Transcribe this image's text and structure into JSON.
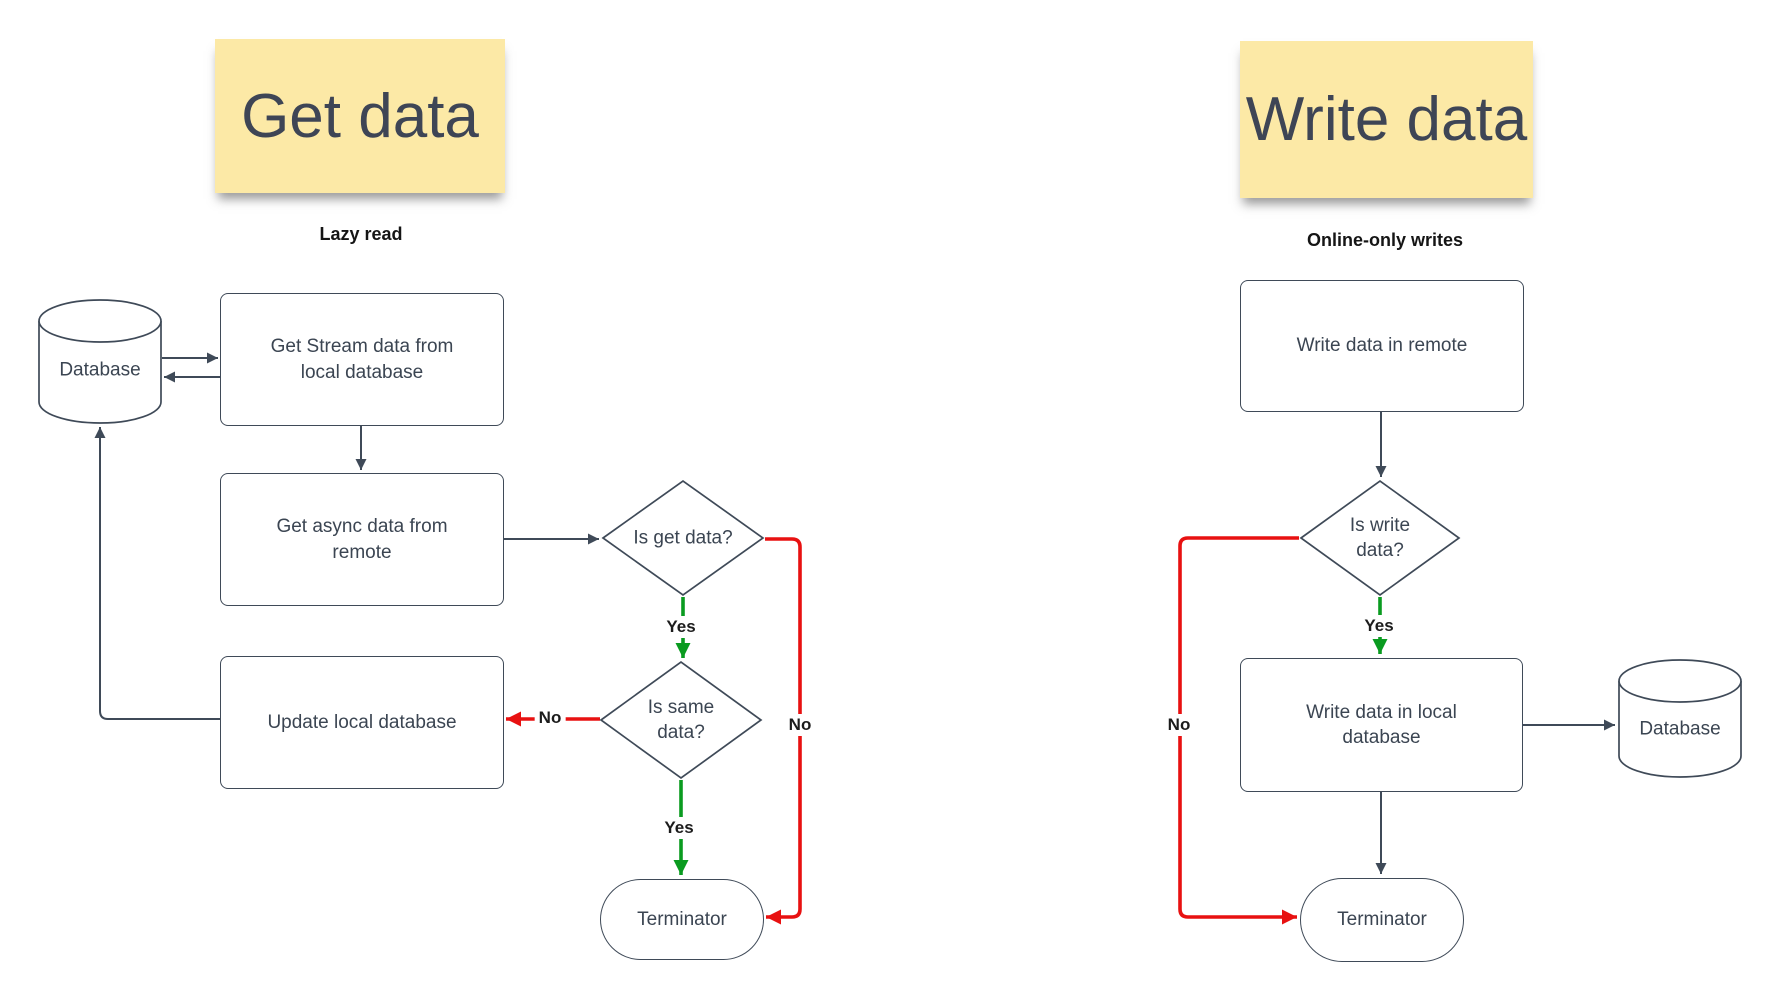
{
  "colors": {
    "stroke": "#3f4a58",
    "text": "#3b4552",
    "red": "#e81111",
    "green": "#0a9b20",
    "sticky_yellow": "#fce9a6",
    "edge_label": "#1c1c1c"
  },
  "left": {
    "title": "Get data",
    "subtitle": "Lazy read",
    "nodes": {
      "database": "Database",
      "get_stream": "Get Stream data from\nlocal database",
      "get_async": "Get async data from\nremote",
      "update_local": "Update local database",
      "is_get": "Is get data?",
      "is_same": "Is same\ndata?",
      "terminator": "Terminator"
    },
    "edges": {
      "yes_get": "Yes",
      "no_get": "No",
      "yes_same": "Yes",
      "no_same": "No"
    }
  },
  "right": {
    "title": "Write data",
    "subtitle": "Online-only writes",
    "nodes": {
      "write_remote": "Write data in remote",
      "is_write": "Is write\ndata?",
      "write_local": "Write data in local\ndatabase",
      "database": "Database",
      "terminator": "Terminator"
    },
    "edges": {
      "yes_write": "Yes",
      "no_write": "No"
    }
  }
}
